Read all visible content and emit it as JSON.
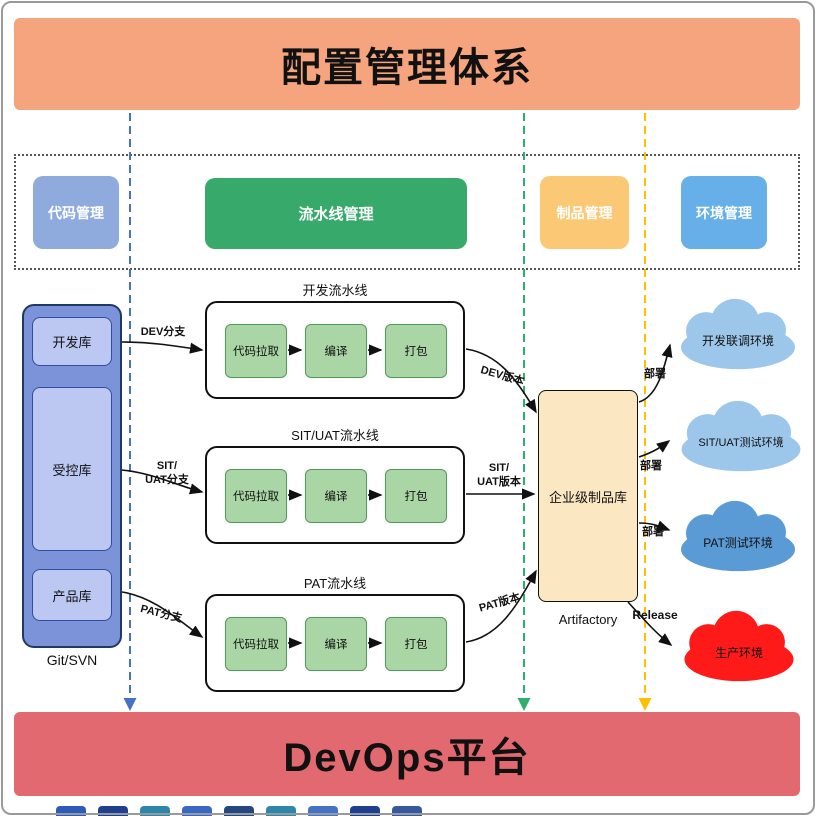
{
  "header": {
    "title": "配置管理体系"
  },
  "footer": {
    "title": "DevOps平台"
  },
  "categories": [
    {
      "label": "代码管理",
      "color": "#8FAADC"
    },
    {
      "label": "流水线管理",
      "color": "#36A96B"
    },
    {
      "label": "制品管理",
      "color": "#FBC875"
    },
    {
      "label": "环境管理",
      "color": "#66AFE9"
    }
  ],
  "lane_lines": [
    {
      "name": "code-lane",
      "color": "#4472C4"
    },
    {
      "name": "pipeline-lane",
      "color": "#2EAF6B"
    },
    {
      "name": "environment-lane",
      "color": "#FFC000"
    }
  ],
  "repo": {
    "caption": "Git/SVN",
    "items": [
      "开发库",
      "受控库",
      "产品库"
    ]
  },
  "pipelines": [
    {
      "title": "开发流水线",
      "steps": [
        "代码拉取",
        "编译",
        "打包"
      ],
      "branch_label": "DEV分支",
      "version_label": "DEV版本"
    },
    {
      "title": "SIT/UAT流水线",
      "steps": [
        "代码拉取",
        "编译",
        "打包"
      ],
      "branch_label": "SIT/\nUAT分支",
      "version_label": "SIT/\nUAT版本"
    },
    {
      "title": "PAT流水线",
      "steps": [
        "代码拉取",
        "编译",
        "打包"
      ],
      "branch_label": "PAT分支",
      "version_label": "PAT版本"
    }
  ],
  "artifact": {
    "label": "企业级制品库",
    "caption": "Artifactory"
  },
  "environments": [
    {
      "label": "开发联调环境",
      "color": "#9CC7EB",
      "arrow_label": "部署"
    },
    {
      "label": "SIT/UAT测试环境",
      "color": "#9CC7EB",
      "arrow_label": "部署"
    },
    {
      "label": "PAT测试环境",
      "color": "#5B9BD5",
      "arrow_label": "部署"
    },
    {
      "label": "生产环境",
      "color": "#FF1A1A",
      "arrow_label": "Release"
    }
  ],
  "bottom_strip": {
    "colors": [
      "#2E5BB8",
      "#1F3F8F",
      "#2E86AB",
      "#3A66C4",
      "#24477F",
      "#2E86AB",
      "#4472C4",
      "#1F3F8F",
      "#35589E"
    ]
  }
}
